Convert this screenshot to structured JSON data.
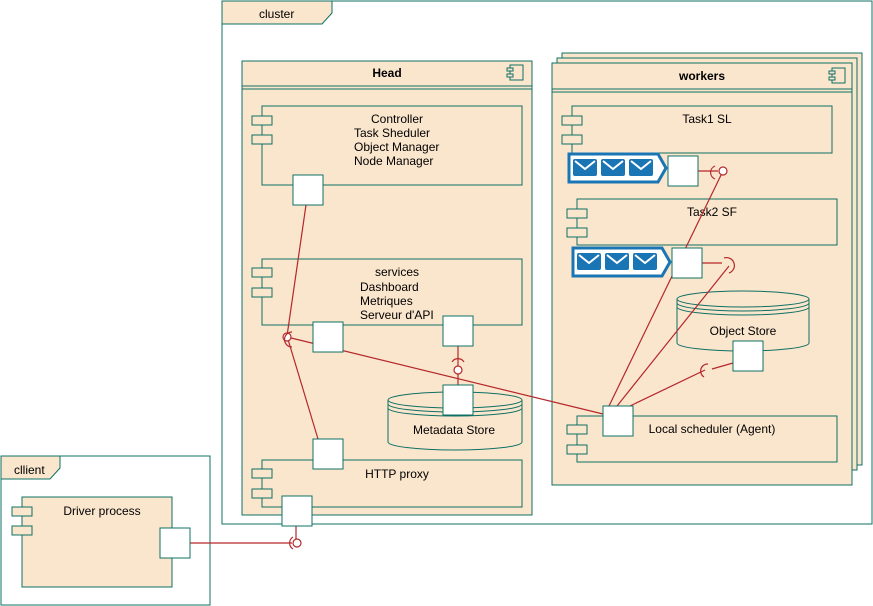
{
  "colors": {
    "fill": "#fae5cd",
    "stroke": "#0f7064",
    "wire": "#b5282b",
    "queue": "#1a75b5",
    "background": "#ffffff"
  },
  "frames": {
    "cluster": "cluster",
    "client": "cllient"
  },
  "head": {
    "title": "Head",
    "controller": {
      "lines": [
        "Controller",
        "Task Sheduler",
        "Object Manager",
        "Node Manager"
      ]
    },
    "services": {
      "lines": [
        "services",
        "Dashboard",
        "Metriques",
        "Serveur d'API"
      ]
    },
    "metadata_store": "Metadata Store",
    "http_proxy": "HTTP proxy"
  },
  "workers": {
    "title": "workers",
    "task1": "Task1 SL",
    "task2": "Task2 SF",
    "object_store": "Object Store",
    "local_scheduler": "Local scheduler (Agent)"
  },
  "client": {
    "driver": "Driver process"
  },
  "icons": {
    "component": "component-icon",
    "queue": "message-queue-icon",
    "envelope": "envelope-icon",
    "port": "port-square",
    "lollipop": "provided-interface-icon",
    "socket": "required-interface-icon"
  }
}
